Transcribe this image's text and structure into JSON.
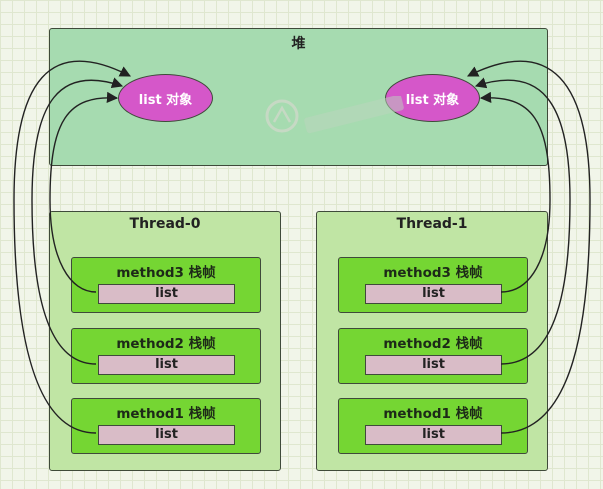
{
  "heap": {
    "title": "堆",
    "objects": [
      {
        "label": "list 对象"
      },
      {
        "label": "list 对象"
      }
    ]
  },
  "threads": [
    {
      "title": "Thread-0",
      "frames": [
        {
          "title": "method3 栈帧",
          "var": "list"
        },
        {
          "title": "method2 栈帧",
          "var": "list"
        },
        {
          "title": "method1 栈帧",
          "var": "list"
        }
      ]
    },
    {
      "title": "Thread-1",
      "frames": [
        {
          "title": "method3 栈帧",
          "var": "list"
        },
        {
          "title": "method2 栈帧",
          "var": "list"
        },
        {
          "title": "method1 栈帧",
          "var": "list"
        }
      ]
    }
  ],
  "colors": {
    "heap_fill": "#a6dbb0",
    "object_fill": "#d557c9",
    "thread_fill": "#c0e5a4",
    "frame_fill": "#75d633",
    "var_fill": "#d9bcc7",
    "stroke": "#3f4a3a"
  }
}
